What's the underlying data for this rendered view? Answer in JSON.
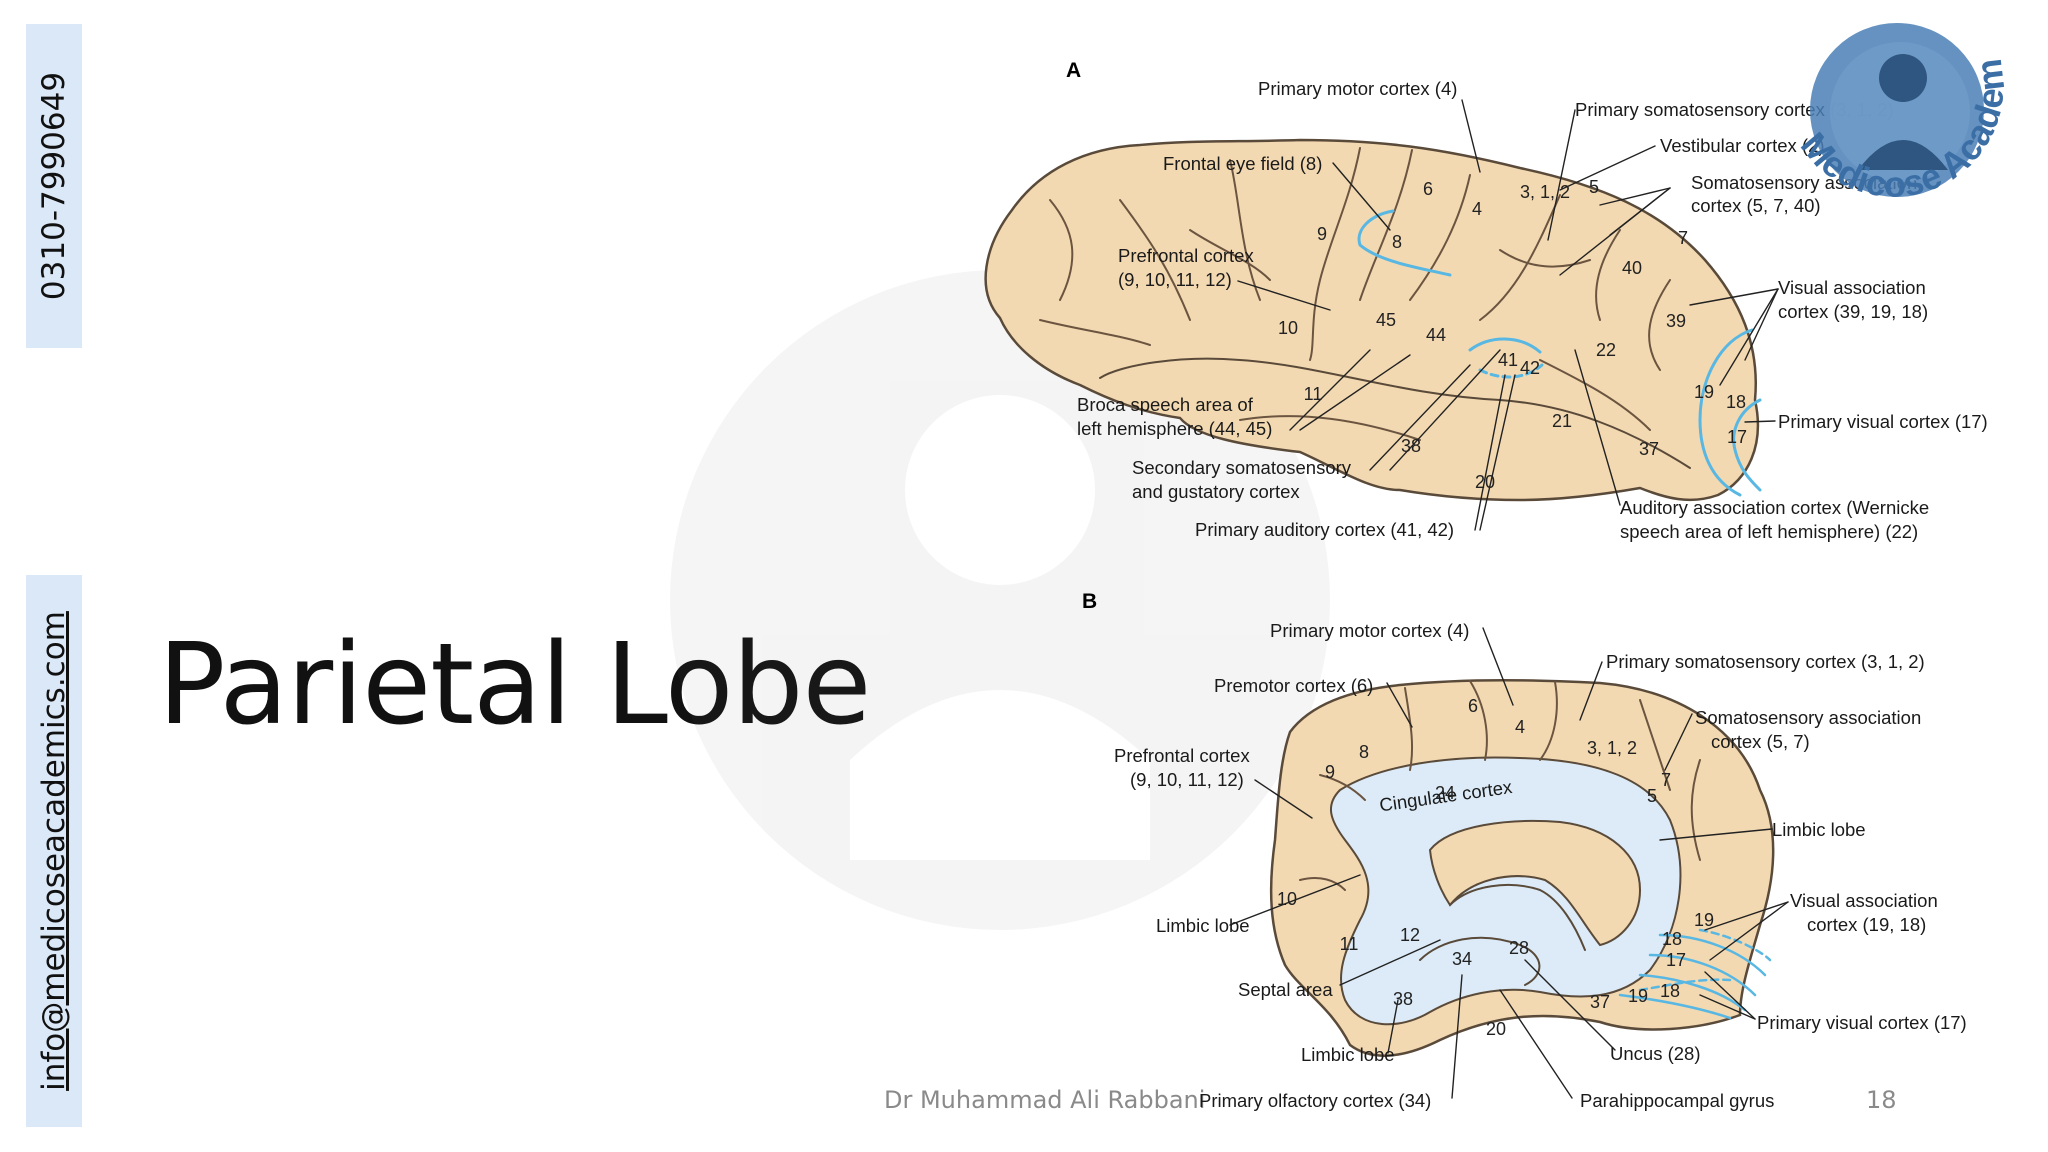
{
  "sidebar": {
    "phone": "0310-7990649",
    "email": "info@medicoseacademics.com"
  },
  "slide": {
    "title": "Parietal Lobe",
    "author": "Dr Muhammad Ali Rabbani",
    "page_number": "18"
  },
  "watermark": {
    "brand": "Medicose Academics"
  },
  "colors": {
    "brain_fill": "#f3d9b1",
    "brain_outline": "#5a4a3a",
    "highlight_blue": "#58b7e3",
    "medial_blue": "#dcebf7",
    "sidebar_bg": "#dbe8f8"
  },
  "diagram_a": {
    "letter": "A",
    "labels": {
      "primary_motor": "Primary motor cortex (4)",
      "frontal_eye": "Frontal eye field (8)",
      "prefrontal_1": "Prefrontal cortex",
      "prefrontal_2": "(9, 10, 11, 12)",
      "broca_1": "Broca speech area of",
      "broca_2": "left hemisphere (44, 45)",
      "secondary_1": "Secondary somatosensory",
      "secondary_2": "and gustatory cortex",
      "primary_auditory": "Primary auditory cortex (41, 42)",
      "primary_somatosensory": "Primary somatosensory cortex (3, 1, 2)",
      "vestibular": "Vestibular cortex (2)",
      "soma_assoc_1": "Somatosensory association",
      "soma_assoc_2": "cortex (5, 7, 40)",
      "visual_assoc_1": "Visual association",
      "visual_assoc_2": "cortex (39, 19, 18)",
      "primary_visual": "Primary visual cortex (17)",
      "auditory_assoc_1": "Auditory association cortex (Wernicke",
      "auditory_assoc_2": "speech area of left hemisphere) (22)"
    },
    "areas": {
      "a6": "6",
      "a4": "4",
      "a312": "3, 1, 2",
      "a5": "5",
      "a9": "9",
      "a8": "8",
      "a7": "7",
      "a40": "40",
      "a10": "10",
      "a45": "45",
      "a44": "44",
      "a39": "39",
      "a41": "41",
      "a42": "42",
      "a22": "22",
      "a11": "11",
      "a19": "19",
      "a18": "18",
      "a17": "17",
      "a21": "21",
      "a38": "38",
      "a37": "37",
      "a20": "20"
    }
  },
  "diagram_b": {
    "letter": "B",
    "labels": {
      "primary_motor": "Primary motor cortex (4)",
      "premotor": "Premotor cortex (6)",
      "prefrontal_1": "Prefrontal cortex",
      "prefrontal_2": "(9, 10, 11, 12)",
      "limbic_left": "Limbic lobe",
      "septal": "Septal area",
      "limbic_bottom": "Limbic lobe",
      "olfactory": "Primary olfactory cortex (34)",
      "primary_somatosensory": "Primary somatosensory cortex (3, 1, 2)",
      "soma_assoc_1": "Somatosensory association",
      "soma_assoc_2": "cortex (5, 7)",
      "limbic_right": "Limbic lobe",
      "visual_assoc_1": "Visual association",
      "visual_assoc_2": "cortex (19, 18)",
      "primary_visual": "Primary visual cortex (17)",
      "uncus": "Uncus (28)",
      "parahippocampal": "Parahippocampal gyrus",
      "cingulate": "Cingulate cortex"
    },
    "areas": {
      "b6": "6",
      "b4": "4",
      "b312": "3, 1, 2",
      "b9": "9",
      "b8": "8",
      "b24": "24",
      "b7": "7",
      "b5": "5",
      "b10": "10",
      "b11": "11",
      "b12": "12",
      "b34": "34",
      "b28": "28",
      "b19": "19",
      "b18a": "18",
      "b17": "17",
      "b18b": "18",
      "b38": "38",
      "b37": "37",
      "b19b": "19",
      "b20": "20"
    }
  }
}
